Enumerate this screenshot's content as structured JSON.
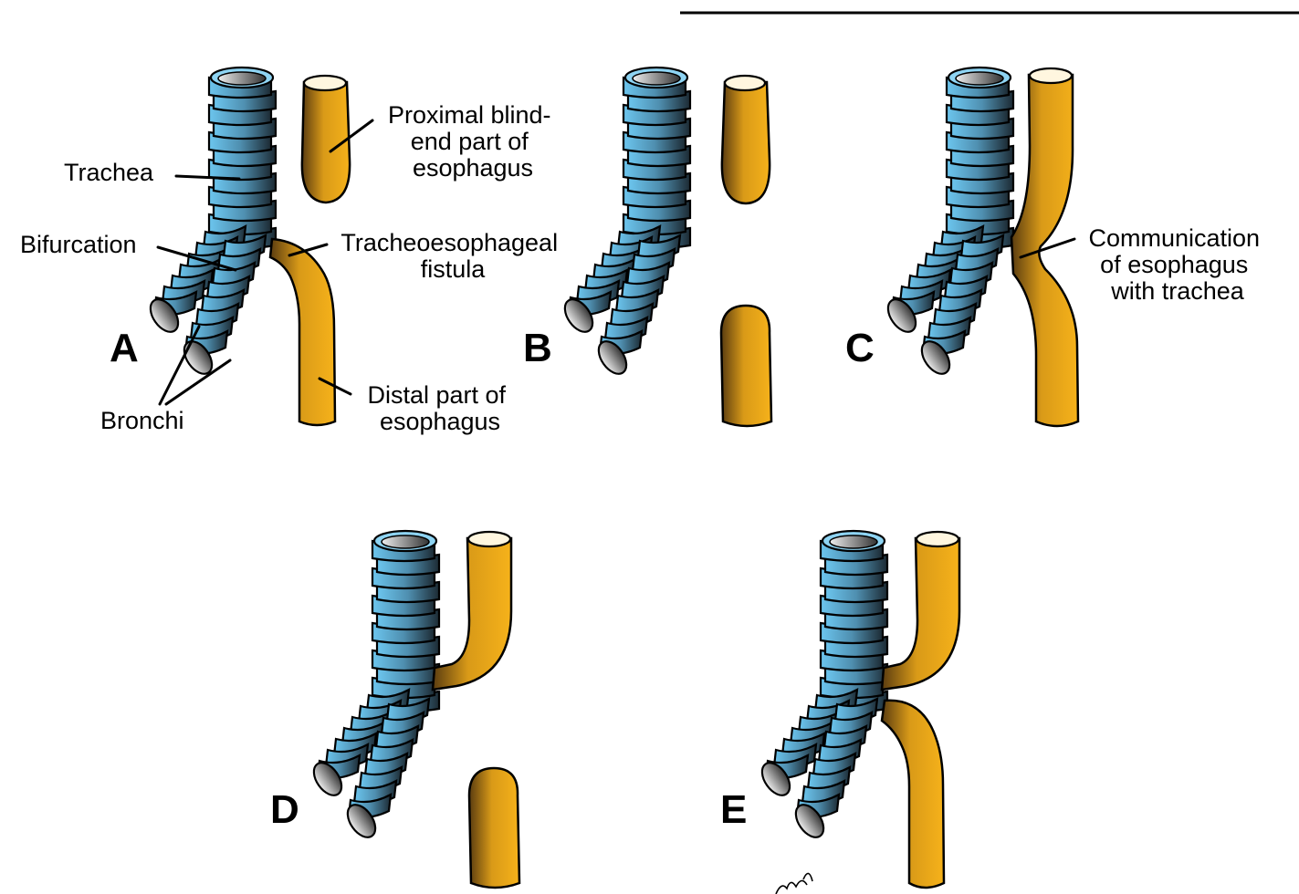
{
  "labels": {
    "trachea": "Trachea",
    "bifurcation": "Bifurcation",
    "bronchi": "Bronchi",
    "proximal": [
      "Proximal blind-",
      "end part of",
      "esophagus"
    ],
    "fistula": [
      "Tracheoesophageal",
      "fistula"
    ],
    "distal": [
      "Distal part of",
      "esophagus"
    ],
    "communication": [
      "Communication",
      "of esophagus",
      "with trachea"
    ]
  },
  "panels": [
    {
      "letter": "A",
      "variant": "proximal-blind, distal-fistula"
    },
    {
      "letter": "B",
      "variant": "both blind ends"
    },
    {
      "letter": "C",
      "variant": "continuous with communication"
    },
    {
      "letter": "D",
      "variant": "proximal-fistula, distal-blind"
    },
    {
      "letter": "E",
      "variant": "double fistula"
    }
  ],
  "colors": {
    "trachea": "#6cc6ef",
    "trachea_dark": "#1c2a33",
    "esophagus": "#f6b21a",
    "esophagus_dark": "#5a3c10",
    "outline": "#000000"
  }
}
